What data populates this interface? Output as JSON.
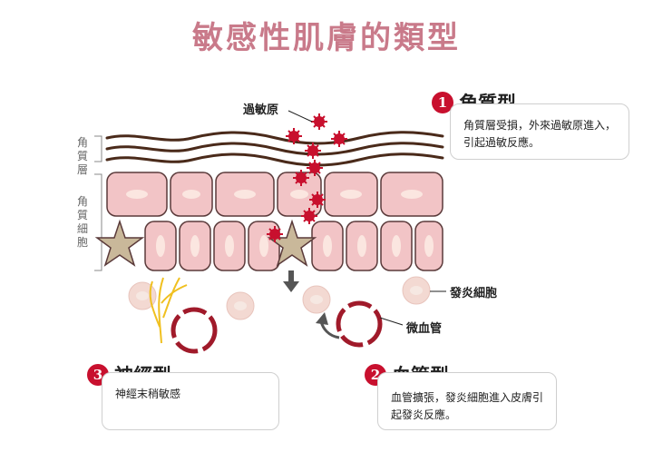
{
  "title": "敏感性肌膚的類型",
  "layers": {
    "stratum_corneum": "角質層",
    "keratinocyte": "角質細胞"
  },
  "labels": {
    "allergen": "過敏原",
    "inflammatory_cell": "發炎細胞",
    "capillary": "微血管"
  },
  "types": [
    {
      "num": "1",
      "name": "角質型",
      "desc": "角質層受損，外來過敏原進入，引起過敏反應。"
    },
    {
      "num": "2",
      "name": "血管型",
      "desc": "血管擴張，發炎細胞進入皮膚引起發炎反應。"
    },
    {
      "num": "3",
      "name": "神經型",
      "desc": "神經末稍敏感"
    }
  ],
  "colors": {
    "title": "#c97a8a",
    "accent": "#c8102e",
    "cell": "#f2c4c6",
    "cell_border": "#5a3a3a",
    "star": "#c9b89a"
  }
}
